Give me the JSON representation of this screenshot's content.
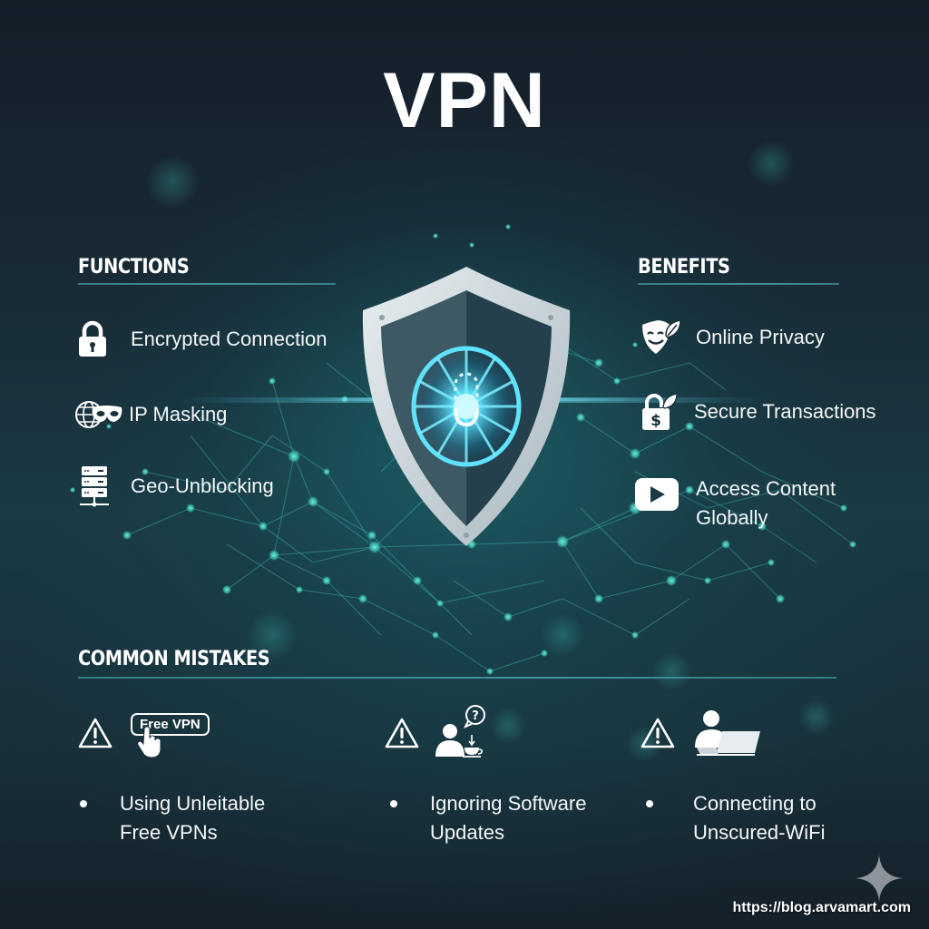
{
  "title": "VPN",
  "colors": {
    "background_dark": "#141e29",
    "background_teal": "#1a3a44",
    "accent_teal": "#4fd1c5",
    "glow_cyan": "#5fe3ff",
    "rule": "#4aa0a8",
    "text": "#ffffff"
  },
  "functions": {
    "heading": "FUNCTIONS",
    "items": [
      {
        "icon": "lock-icon",
        "label": "Encrypted Connection"
      },
      {
        "icon": "globe-mask-icon",
        "label": "IP Masking"
      },
      {
        "icon": "server-network-icon",
        "label": "Geo-Unblocking"
      }
    ]
  },
  "benefits": {
    "heading": "BENEFITS",
    "items": [
      {
        "icon": "shield-face-leaf-icon",
        "label": "Online Privacy"
      },
      {
        "icon": "dollar-lock-leaf-icon",
        "label": "Secure Transactions"
      },
      {
        "icon": "play-button-icon",
        "label_line1": "Access Content",
        "label_line2": "Globally"
      }
    ]
  },
  "center_graphic": {
    "icon": "vpn-shield-icon"
  },
  "common_mistakes": {
    "heading": "COMMON MISTAKES",
    "items": [
      {
        "warning_icon": "warning-triangle-icon",
        "illustration": "free-vpn-click-icon",
        "illustration_text": "Free VPN",
        "line1": "Using Unleitable",
        "line2": "Free VPNs"
      },
      {
        "warning_icon": "warning-triangle-icon",
        "illustration": "user-question-coffee-icon",
        "illustration_text": "?",
        "line1": "Ignoring Software",
        "line2": "Updates"
      },
      {
        "warning_icon": "warning-triangle-icon",
        "illustration": "user-laptop-icon",
        "line1": "Connecting to",
        "line2": "Unscured-WiFi"
      }
    ]
  },
  "footer": {
    "url": "https://blog.arvamart.com",
    "sparkle_icon": "sparkle-icon"
  }
}
